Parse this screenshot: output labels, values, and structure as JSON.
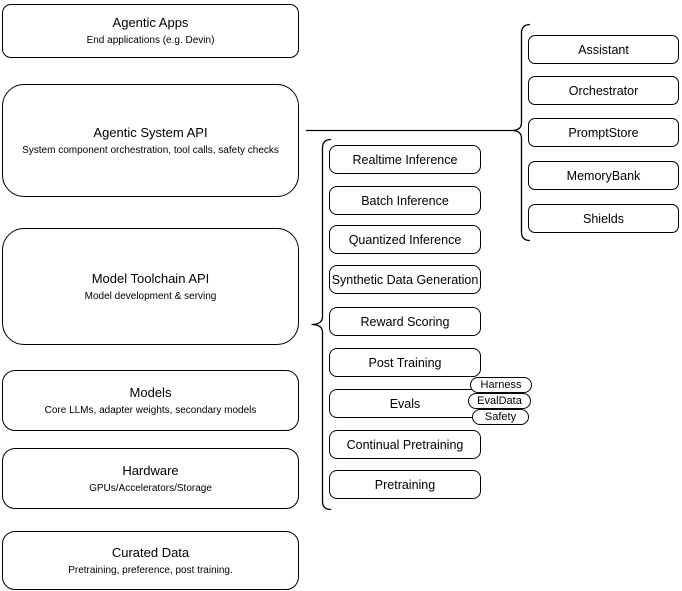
{
  "diagram": {
    "stack": [
      {
        "title": "Agentic Apps",
        "subtitle": "End applications (e.g. Devin)"
      },
      {
        "title": "Agentic System API",
        "subtitle": "System component orchestration, tool calls, safety checks"
      },
      {
        "title": "Model Toolchain API",
        "subtitle": "Model development & serving"
      },
      {
        "title": "Models",
        "subtitle": "Core LLMs, adapter weights, secondary models"
      },
      {
        "title": "Hardware",
        "subtitle": "GPUs/Accelerators/Storage"
      },
      {
        "title": "Curated Data",
        "subtitle": "Pretraining, preference, post training."
      }
    ],
    "toolchain": {
      "items": [
        "Realtime Inference",
        "Batch Inference",
        "Quantized Inference",
        "Synthetic Data Generation",
        "Reward Scoring",
        "Post Training",
        "Evals",
        "Continual Pretraining",
        "Pretraining"
      ]
    },
    "evals_tags": [
      "Harness",
      "EvalData",
      "Safety"
    ],
    "agentic_components": [
      "Assistant",
      "Orchestrator",
      "PromptStore",
      "MemoryBank",
      "Shields"
    ],
    "colors": {
      "stroke": "#000000",
      "fill": "#ffffff",
      "canvas": "#ffffff"
    }
  }
}
